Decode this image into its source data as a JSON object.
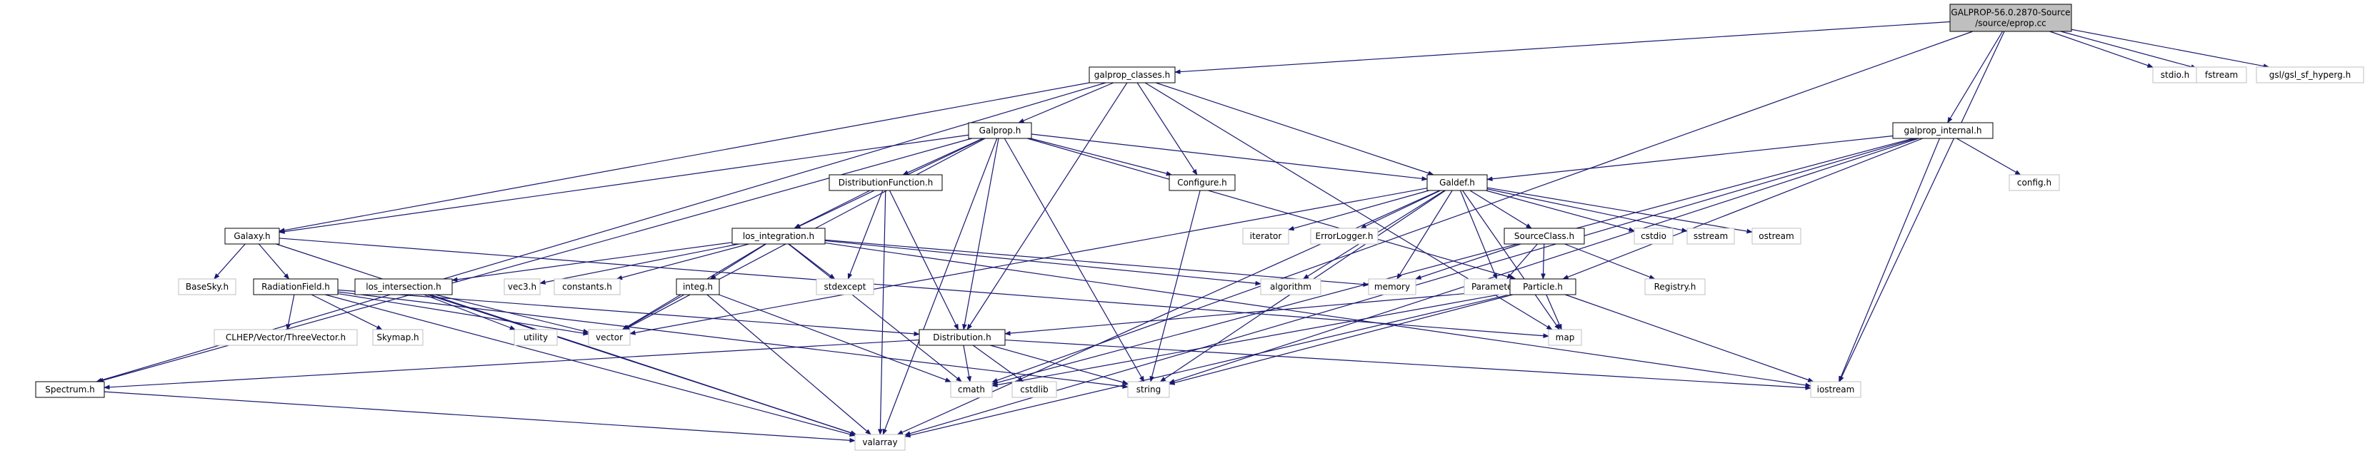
{
  "graph": {
    "root": "GALPROP-56.0.2870-Source /source/eprop.cc",
    "colors": {
      "root_fill": "#bfbfbf",
      "node_fill": "#ffffff",
      "project_border": "#000000",
      "system_border": "#bfbfbf",
      "edge": "#191970"
    },
    "nodes": [
      {
        "id": "root",
        "lines": [
          "GALPROP-56.0.2870-Source",
          "/source/eprop.cc"
        ],
        "kind": "root"
      },
      {
        "id": "galprop_classes",
        "lines": [
          "galprop_classes.h"
        ],
        "kind": "project"
      },
      {
        "id": "stdio",
        "lines": [
          "stdio.h"
        ],
        "kind": "system"
      },
      {
        "id": "fstream",
        "lines": [
          "fstream"
        ],
        "kind": "system"
      },
      {
        "id": "gsl_hyperg",
        "lines": [
          "gsl/gsl_sf_hyperg.h"
        ],
        "kind": "system"
      },
      {
        "id": "galprop_internal",
        "lines": [
          "galprop_internal.h"
        ],
        "kind": "project"
      },
      {
        "id": "galprop",
        "lines": [
          "Galprop.h"
        ],
        "kind": "project"
      },
      {
        "id": "distfunc",
        "lines": [
          "DistributionFunction.h"
        ],
        "kind": "project"
      },
      {
        "id": "configure",
        "lines": [
          "Configure.h"
        ],
        "kind": "project"
      },
      {
        "id": "galdef",
        "lines": [
          "Galdef.h"
        ],
        "kind": "project"
      },
      {
        "id": "config",
        "lines": [
          "config.h"
        ],
        "kind": "system"
      },
      {
        "id": "galaxy",
        "lines": [
          "Galaxy.h"
        ],
        "kind": "project"
      },
      {
        "id": "los_integration",
        "lines": [
          "los_integration.h"
        ],
        "kind": "project"
      },
      {
        "id": "iterator",
        "lines": [
          "iterator"
        ],
        "kind": "system"
      },
      {
        "id": "errorlogger",
        "lines": [
          "ErrorLogger.h"
        ],
        "kind": "system"
      },
      {
        "id": "sourceclass",
        "lines": [
          "SourceClass.h"
        ],
        "kind": "project"
      },
      {
        "id": "cstdio",
        "lines": [
          "cstdio"
        ],
        "kind": "system"
      },
      {
        "id": "sstream",
        "lines": [
          "sstream"
        ],
        "kind": "system"
      },
      {
        "id": "ostream",
        "lines": [
          "ostream"
        ],
        "kind": "system"
      },
      {
        "id": "basesky",
        "lines": [
          "BaseSky.h"
        ],
        "kind": "system"
      },
      {
        "id": "radfield",
        "lines": [
          "RadiationField.h"
        ],
        "kind": "project"
      },
      {
        "id": "los_intersection",
        "lines": [
          "los_intersection.h"
        ],
        "kind": "project"
      },
      {
        "id": "vec3",
        "lines": [
          "vec3.h"
        ],
        "kind": "system"
      },
      {
        "id": "constants",
        "lines": [
          "constants.h"
        ],
        "kind": "system"
      },
      {
        "id": "integ",
        "lines": [
          "integ.h"
        ],
        "kind": "project"
      },
      {
        "id": "stdexcept",
        "lines": [
          "stdexcept"
        ],
        "kind": "system"
      },
      {
        "id": "algorithm",
        "lines": [
          "algorithm"
        ],
        "kind": "system"
      },
      {
        "id": "memory",
        "lines": [
          "memory"
        ],
        "kind": "system"
      },
      {
        "id": "parameters",
        "lines": [
          "Parameters.h"
        ],
        "kind": "system"
      },
      {
        "id": "registry",
        "lines": [
          "Registry.h"
        ],
        "kind": "system"
      },
      {
        "id": "particle",
        "lines": [
          "Particle.h"
        ],
        "kind": "project"
      },
      {
        "id": "clhep",
        "lines": [
          "CLHEP/Vector/ThreeVector.h"
        ],
        "kind": "system"
      },
      {
        "id": "skymap",
        "lines": [
          "Skymap.h"
        ],
        "kind": "system"
      },
      {
        "id": "utility",
        "lines": [
          "utility"
        ],
        "kind": "system"
      },
      {
        "id": "vector",
        "lines": [
          "vector"
        ],
        "kind": "system"
      },
      {
        "id": "distribution",
        "lines": [
          "Distribution.h"
        ],
        "kind": "project"
      },
      {
        "id": "map",
        "lines": [
          "map"
        ],
        "kind": "system"
      },
      {
        "id": "spectrum",
        "lines": [
          "Spectrum.h"
        ],
        "kind": "project"
      },
      {
        "id": "cmath",
        "lines": [
          "cmath"
        ],
        "kind": "system"
      },
      {
        "id": "cstdlib",
        "lines": [
          "cstdlib"
        ],
        "kind": "system"
      },
      {
        "id": "string",
        "lines": [
          "string"
        ],
        "kind": "system"
      },
      {
        "id": "iostream",
        "lines": [
          "iostream"
        ],
        "kind": "system"
      },
      {
        "id": "valarray",
        "lines": [
          "valarray"
        ],
        "kind": "system"
      }
    ],
    "edges": [
      [
        "root",
        "galprop_classes"
      ],
      [
        "root",
        "stdio"
      ],
      [
        "root",
        "fstream"
      ],
      [
        "root",
        "gsl_hyperg"
      ],
      [
        "root",
        "galprop_internal"
      ],
      [
        "root",
        "cmath"
      ],
      [
        "root",
        "iostream"
      ],
      [
        "galprop_classes",
        "galprop"
      ],
      [
        "galprop_classes",
        "configure"
      ],
      [
        "galprop_classes",
        "galdef"
      ],
      [
        "galprop_classes",
        "galaxy"
      ],
      [
        "galprop_classes",
        "spectrum"
      ],
      [
        "galprop_classes",
        "distribution"
      ],
      [
        "galprop_classes",
        "map"
      ],
      [
        "galprop",
        "distfunc"
      ],
      [
        "galprop",
        "configure"
      ],
      [
        "galprop",
        "galdef"
      ],
      [
        "galprop",
        "galaxy"
      ],
      [
        "galprop",
        "los_integration"
      ],
      [
        "galprop",
        "particle"
      ],
      [
        "galprop",
        "spectrum"
      ],
      [
        "galprop",
        "distribution"
      ],
      [
        "galprop",
        "vector"
      ],
      [
        "galprop",
        "string"
      ],
      [
        "galprop",
        "valarray"
      ],
      [
        "distfunc",
        "los_integration"
      ],
      [
        "distfunc",
        "distribution"
      ],
      [
        "distfunc",
        "stdexcept"
      ],
      [
        "distfunc",
        "valarray"
      ],
      [
        "configure",
        "string"
      ],
      [
        "galdef",
        "iterator"
      ],
      [
        "galdef",
        "errorlogger"
      ],
      [
        "galdef",
        "sourceclass"
      ],
      [
        "galdef",
        "cstdio"
      ],
      [
        "galdef",
        "sstream"
      ],
      [
        "galdef",
        "ostream"
      ],
      [
        "galdef",
        "algorithm"
      ],
      [
        "galdef",
        "memory"
      ],
      [
        "galdef",
        "parameters"
      ],
      [
        "galdef",
        "vector"
      ],
      [
        "galdef",
        "map"
      ],
      [
        "galdef",
        "string"
      ],
      [
        "galdef",
        "valarray"
      ],
      [
        "galprop_internal",
        "galdef"
      ],
      [
        "galprop_internal",
        "config"
      ],
      [
        "galprop_internal",
        "particle"
      ],
      [
        "galprop_internal",
        "string"
      ],
      [
        "galprop_internal",
        "iostream"
      ],
      [
        "galprop_internal",
        "valarray"
      ],
      [
        "galprop_internal",
        "cmath"
      ],
      [
        "galaxy",
        "basesky"
      ],
      [
        "galaxy",
        "radfield"
      ],
      [
        "galaxy",
        "map"
      ],
      [
        "galaxy",
        "valarray"
      ],
      [
        "los_integration",
        "los_intersection"
      ],
      [
        "los_integration",
        "vec3"
      ],
      [
        "los_integration",
        "constants"
      ],
      [
        "los_integration",
        "integ"
      ],
      [
        "los_integration",
        "stdexcept"
      ],
      [
        "los_integration",
        "algorithm"
      ],
      [
        "los_integration",
        "memory"
      ],
      [
        "los_integration",
        "vector"
      ],
      [
        "los_integration",
        "cmath"
      ],
      [
        "los_integration",
        "iostream"
      ],
      [
        "sourceclass",
        "parameters"
      ],
      [
        "sourceclass",
        "registry"
      ],
      [
        "sourceclass",
        "particle"
      ],
      [
        "sourceclass",
        "memory"
      ],
      [
        "radfield",
        "clhep"
      ],
      [
        "radfield",
        "skymap"
      ],
      [
        "radfield",
        "vector"
      ],
      [
        "radfield",
        "string"
      ],
      [
        "radfield",
        "valarray"
      ],
      [
        "radfield",
        "distribution"
      ],
      [
        "los_intersection",
        "utility"
      ],
      [
        "los_intersection",
        "vector"
      ],
      [
        "los_intersection",
        "valarray"
      ],
      [
        "integ",
        "vector"
      ],
      [
        "integ",
        "cmath"
      ],
      [
        "integ",
        "valarray"
      ],
      [
        "particle",
        "distribution"
      ],
      [
        "particle",
        "map"
      ],
      [
        "particle",
        "string"
      ],
      [
        "particle",
        "cmath"
      ],
      [
        "particle",
        "iostream"
      ],
      [
        "particle",
        "valarray"
      ],
      [
        "distribution",
        "spectrum"
      ],
      [
        "distribution",
        "cmath"
      ],
      [
        "distribution",
        "cstdlib"
      ],
      [
        "distribution",
        "string"
      ],
      [
        "distribution",
        "iostream"
      ],
      [
        "spectrum",
        "valarray"
      ]
    ]
  }
}
